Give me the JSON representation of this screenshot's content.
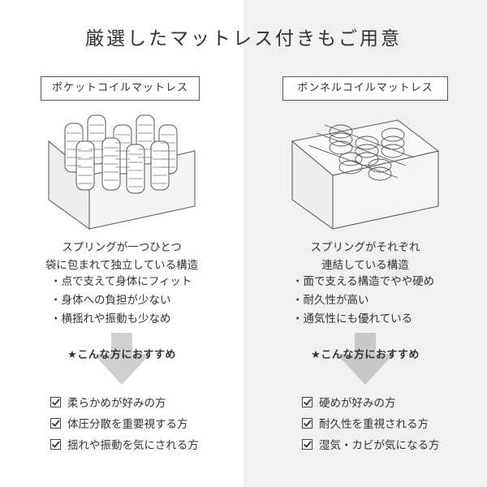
{
  "title": "厳選したマットレス付きもご用意",
  "left": {
    "tag": "ポケットコイルマットレス",
    "desc_lines": [
      "スプリングが一つひとつ",
      "袋に包まれて独立している構造"
    ],
    "features": [
      "・点で支えて身体にフィット",
      "・身体への負担が少ない",
      "・横揺れや振動も少なめ"
    ],
    "recommend": "★こんな方におすすめ",
    "checks": [
      "柔らかめが好みの方",
      "体圧分散を重要視する方",
      "揺れや振動を気にされる方"
    ]
  },
  "right": {
    "tag": "ボンネルコイルマットレス",
    "desc_lines": [
      "スプリングがそれぞれ",
      "連結している構造"
    ],
    "features": [
      "・面で支える構造でやや硬め",
      "・耐久性が高い",
      "・通気性にも優れている"
    ],
    "recommend": "★こんな方におすすめ",
    "checks": [
      "硬めが好みの方",
      "耐久性を重視される方",
      "湿気・カビが気になる方"
    ]
  },
  "colors": {
    "text": "#333333",
    "right_bg": "#f1f1f1",
    "arrow": "#c8c8c8"
  },
  "icons": {
    "check": "checkbox-checked-icon",
    "arrow": "down-arrow-icon"
  }
}
